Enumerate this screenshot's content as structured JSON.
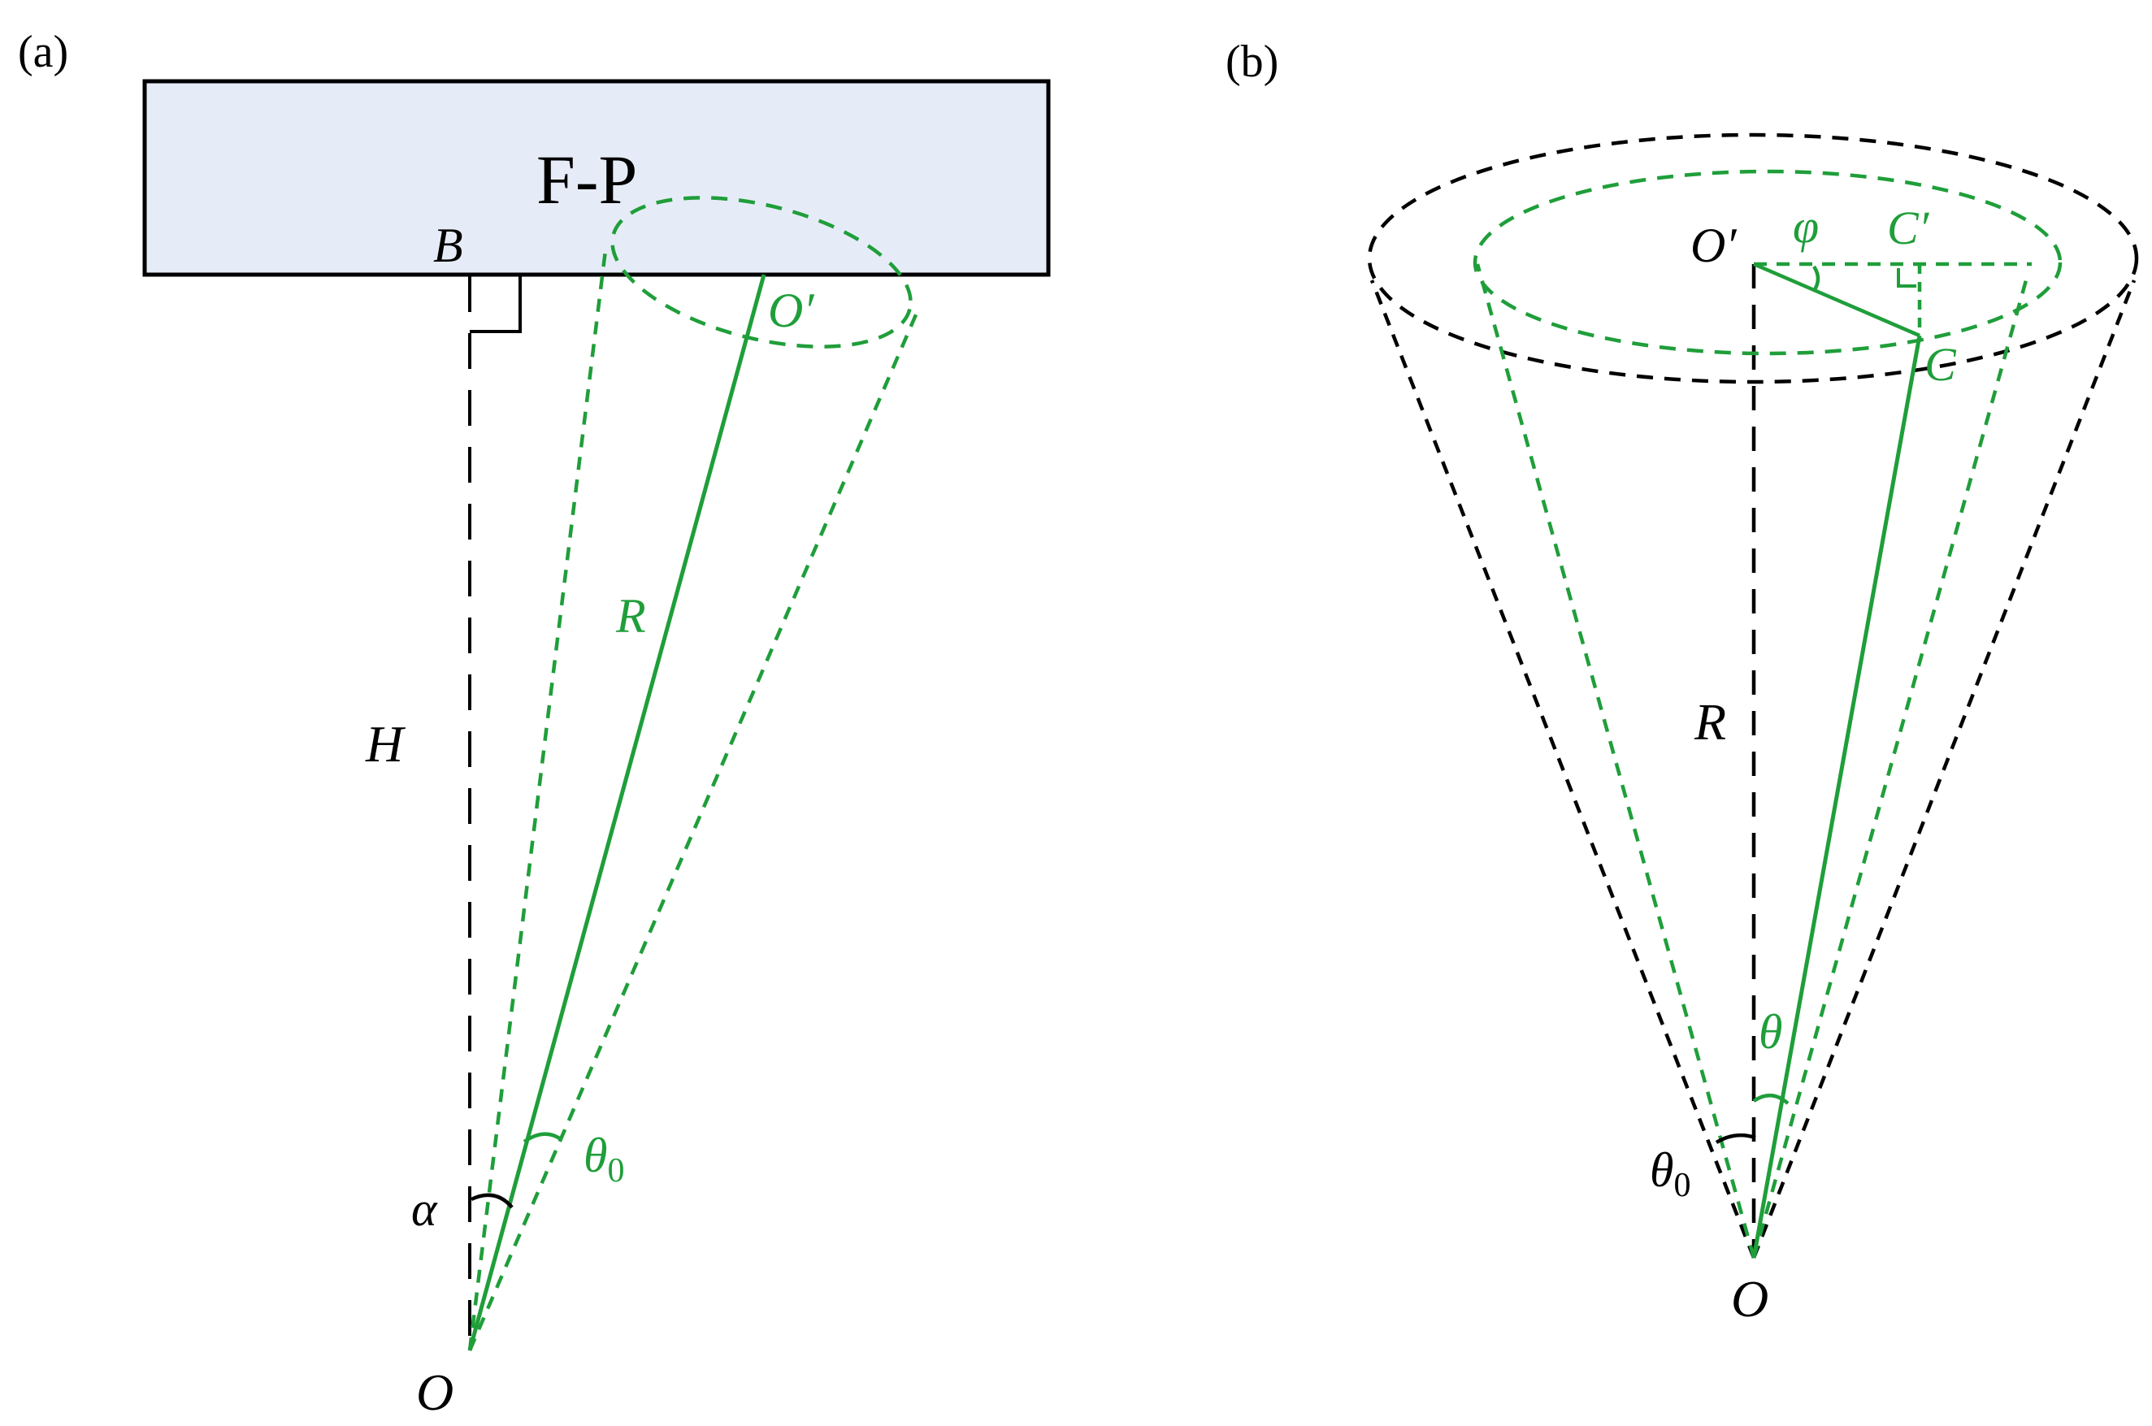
{
  "colors": {
    "green": "#1f9e3a",
    "black": "#000000",
    "plate_fill": "#e6ecf7"
  },
  "panel_a": {
    "tag": "(a)",
    "plate_label": "F-P",
    "labels": {
      "B": "B",
      "O_prime": "O′",
      "R": "R",
      "H": "H",
      "theta": "θ",
      "theta_sub": "0",
      "alpha": "α",
      "O": "O"
    }
  },
  "panel_b": {
    "tag": "(b)",
    "labels": {
      "O_prime": "O′",
      "phi": "φ",
      "C_prime": "C′",
      "C": "C",
      "R": "R",
      "theta": "θ",
      "theta0": "θ",
      "theta0_sub": "0",
      "O": "O"
    }
  }
}
